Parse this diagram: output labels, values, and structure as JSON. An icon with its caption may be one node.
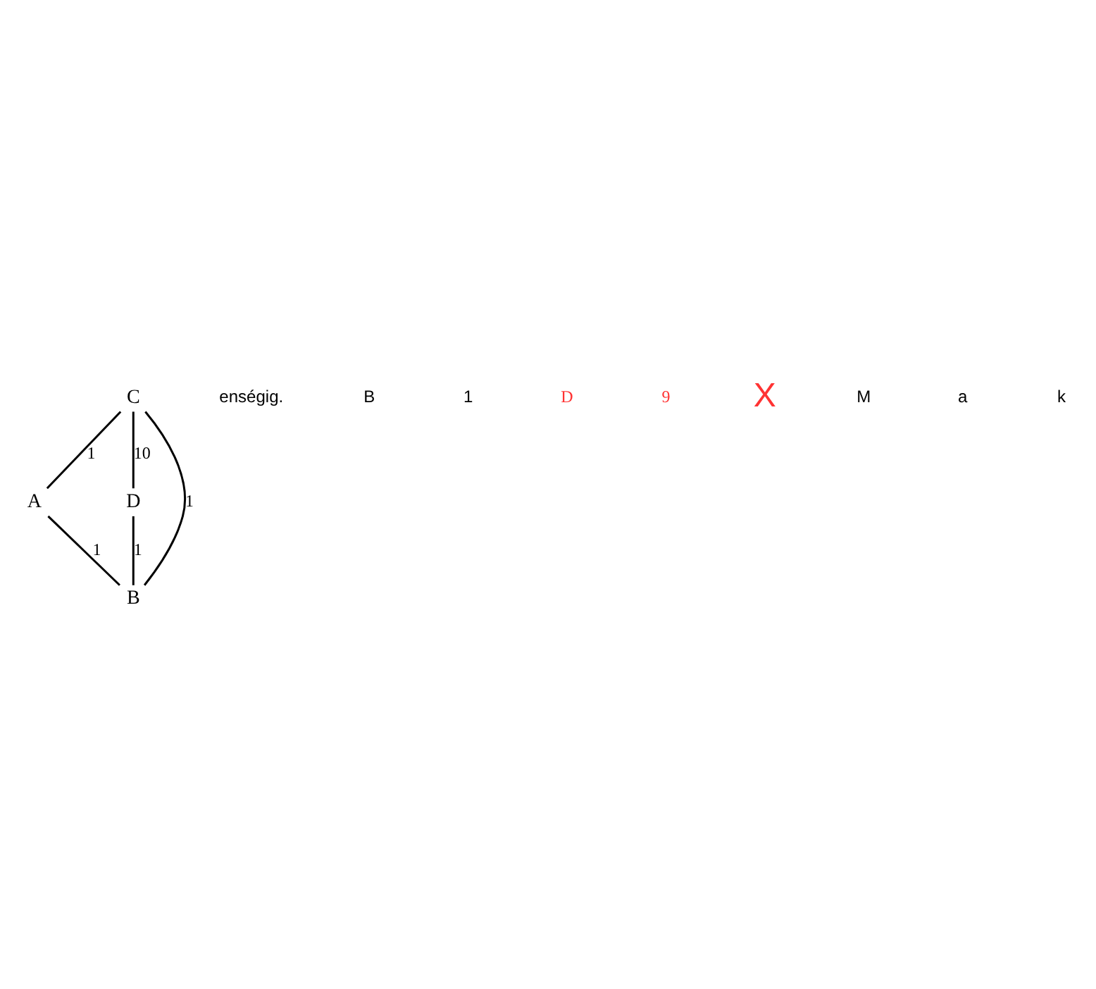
{
  "diagram": {
    "nodes": [
      {
        "text": [
          "C"
        ]
      },
      {
        "text": [
          "A"
        ]
      },
      {
        "text": [
          "D"
        ]
      },
      {
        "text": [
          "B"
        ]
      }
    ],
    "edges": [
      {
        "from": 0,
        "to": 1,
        "arrow": "none",
        "label": "1"
      },
      {
        "from": 0,
        "to": 3,
        "arrow": "none",
        "label": "1"
      },
      {
        "from": 0,
        "to": 2,
        "arrow": "none",
        "label": "10"
      },
      {
        "from": 1,
        "to": 3,
        "arrow": "none",
        "label": "1"
      },
      {
        "from": 2,
        "to": 3,
        "arrow": "none",
        "label": "1"
      }
    ],
    "labels": [
      "enségig.",
      "B",
      "1",
      "D",
      "9",
      "X",
      "M",
      "a",
      "k"
    ]
  }
}
